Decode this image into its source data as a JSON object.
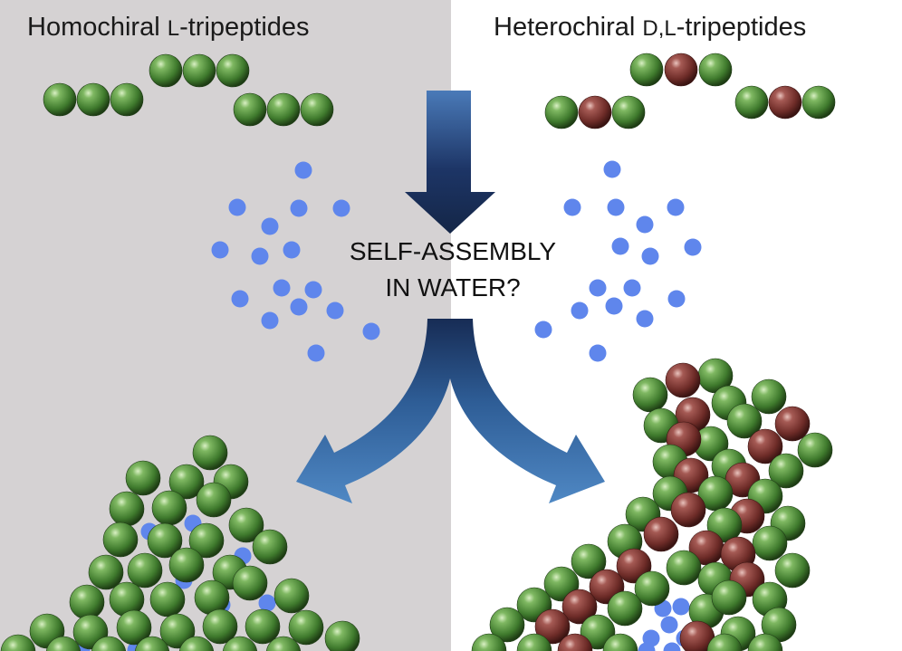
{
  "colors": {
    "left_background": "#d5d2d3",
    "right_background": "#ffffff",
    "L_amino_acid": "#4f8a3c",
    "D_amino_acid": "#7a3430",
    "water": "#5f86ec",
    "arrow_dark": "#1b2f5a",
    "arrow_light": "#4a82c0"
  },
  "left_title": {
    "main": "Homochiral ",
    "prefix": "L",
    "suffix": "-tripeptides"
  },
  "right_title": {
    "main": "Heterochiral ",
    "prefix": "D,L",
    "suffix": "-tripeptides"
  },
  "center_label": {
    "line1": "SELF-ASSEMBLY",
    "line2": "IN WATER?"
  },
  "icons": {
    "down_arrow": "down-arrow-icon",
    "split_arrow": "split-arrow-icon"
  }
}
